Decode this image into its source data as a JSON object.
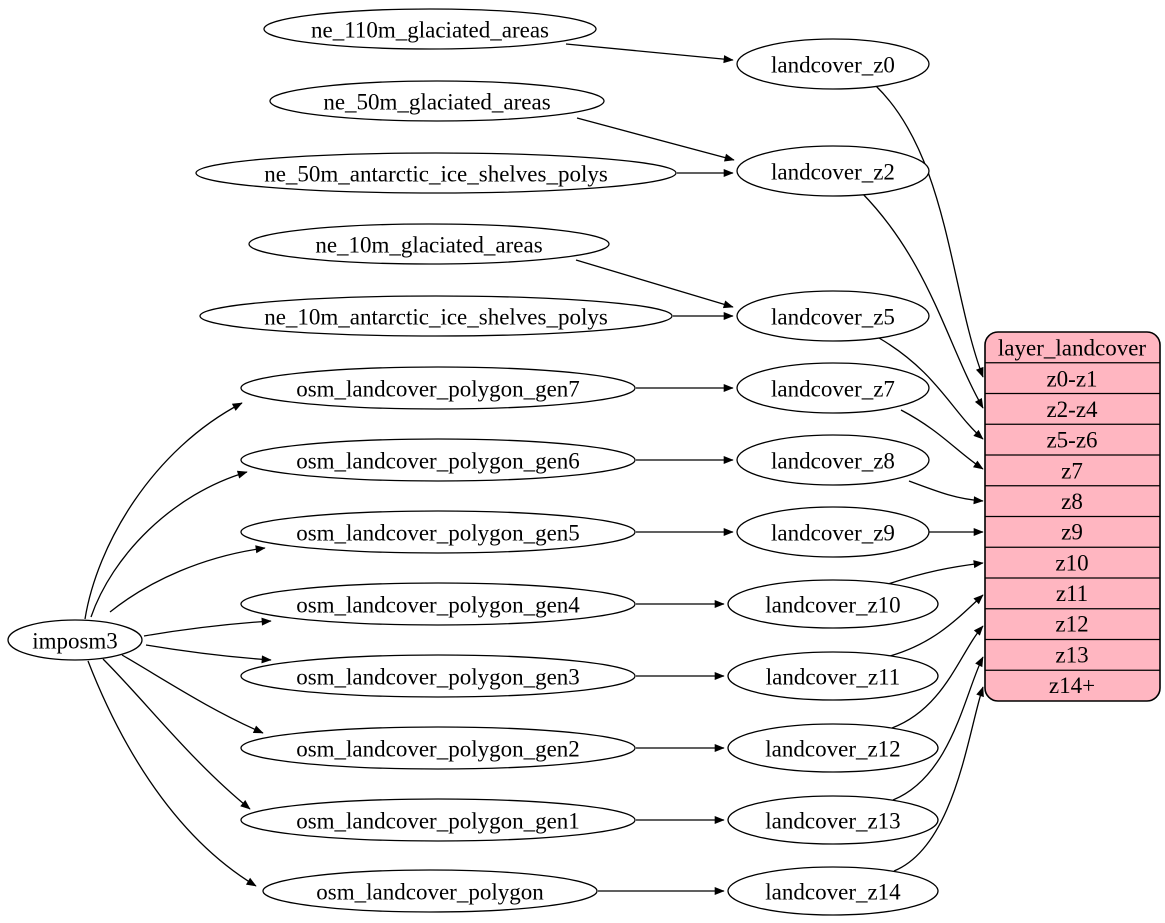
{
  "diagram": {
    "colors": {
      "background": "#ffffff",
      "node_fill": "#ffffff",
      "stroke": "#000000",
      "table_fill": "#ffb6c1"
    },
    "nodes": {
      "imposm3": {
        "label": "imposm3"
      },
      "ne_110m_glaciated_areas": {
        "label": "ne_110m_glaciated_areas"
      },
      "ne_50m_glaciated_areas": {
        "label": "ne_50m_glaciated_areas"
      },
      "ne_50m_antarctic_ice_shelves_polys": {
        "label": "ne_50m_antarctic_ice_shelves_polys"
      },
      "ne_10m_glaciated_areas": {
        "label": "ne_10m_glaciated_areas"
      },
      "ne_10m_antarctic_ice_shelves_polys": {
        "label": "ne_10m_antarctic_ice_shelves_polys"
      },
      "osm_landcover_polygon_gen7": {
        "label": "osm_landcover_polygon_gen7"
      },
      "osm_landcover_polygon_gen6": {
        "label": "osm_landcover_polygon_gen6"
      },
      "osm_landcover_polygon_gen5": {
        "label": "osm_landcover_polygon_gen5"
      },
      "osm_landcover_polygon_gen4": {
        "label": "osm_landcover_polygon_gen4"
      },
      "osm_landcover_polygon_gen3": {
        "label": "osm_landcover_polygon_gen3"
      },
      "osm_landcover_polygon_gen2": {
        "label": "osm_landcover_polygon_gen2"
      },
      "osm_landcover_polygon_gen1": {
        "label": "osm_landcover_polygon_gen1"
      },
      "osm_landcover_polygon": {
        "label": "osm_landcover_polygon"
      },
      "landcover_z0": {
        "label": "landcover_z0"
      },
      "landcover_z2": {
        "label": "landcover_z2"
      },
      "landcover_z5": {
        "label": "landcover_z5"
      },
      "landcover_z7": {
        "label": "landcover_z7"
      },
      "landcover_z8": {
        "label": "landcover_z8"
      },
      "landcover_z9": {
        "label": "landcover_z9"
      },
      "landcover_z10": {
        "label": "landcover_z10"
      },
      "landcover_z11": {
        "label": "landcover_z11"
      },
      "landcover_z12": {
        "label": "landcover_z12"
      },
      "landcover_z13": {
        "label": "landcover_z13"
      },
      "landcover_z14": {
        "label": "landcover_z14"
      }
    },
    "table": {
      "title": "layer_landcover",
      "rows": [
        {
          "label": "z0-z1"
        },
        {
          "label": "z2-z4"
        },
        {
          "label": "z5-z6"
        },
        {
          "label": "z7"
        },
        {
          "label": "z8"
        },
        {
          "label": "z9"
        },
        {
          "label": "z10"
        },
        {
          "label": "z11"
        },
        {
          "label": "z12"
        },
        {
          "label": "z13"
        },
        {
          "label": "z14+"
        }
      ]
    },
    "edges": [
      {
        "from": "ne_110m_glaciated_areas",
        "to": "landcover_z0"
      },
      {
        "from": "ne_50m_glaciated_areas",
        "to": "landcover_z2"
      },
      {
        "from": "ne_50m_antarctic_ice_shelves_polys",
        "to": "landcover_z2"
      },
      {
        "from": "ne_10m_glaciated_areas",
        "to": "landcover_z5"
      },
      {
        "from": "ne_10m_antarctic_ice_shelves_polys",
        "to": "landcover_z5"
      },
      {
        "from": "osm_landcover_polygon_gen7",
        "to": "landcover_z7"
      },
      {
        "from": "osm_landcover_polygon_gen6",
        "to": "landcover_z8"
      },
      {
        "from": "osm_landcover_polygon_gen5",
        "to": "landcover_z9"
      },
      {
        "from": "osm_landcover_polygon_gen4",
        "to": "landcover_z10"
      },
      {
        "from": "osm_landcover_polygon_gen3",
        "to": "landcover_z11"
      },
      {
        "from": "osm_landcover_polygon_gen2",
        "to": "landcover_z12"
      },
      {
        "from": "osm_landcover_polygon_gen1",
        "to": "landcover_z13"
      },
      {
        "from": "osm_landcover_polygon",
        "to": "landcover_z14"
      },
      {
        "from": "imposm3",
        "to": "osm_landcover_polygon_gen7"
      },
      {
        "from": "imposm3",
        "to": "osm_landcover_polygon_gen6"
      },
      {
        "from": "imposm3",
        "to": "osm_landcover_polygon_gen5"
      },
      {
        "from": "imposm3",
        "to": "osm_landcover_polygon_gen4"
      },
      {
        "from": "imposm3",
        "to": "osm_landcover_polygon_gen3"
      },
      {
        "from": "imposm3",
        "to": "osm_landcover_polygon_gen2"
      },
      {
        "from": "imposm3",
        "to": "osm_landcover_polygon_gen1"
      },
      {
        "from": "imposm3",
        "to": "osm_landcover_polygon"
      },
      {
        "from": "landcover_z0",
        "to": "layer_landcover.z0-z1"
      },
      {
        "from": "landcover_z2",
        "to": "layer_landcover.z2-z4"
      },
      {
        "from": "landcover_z5",
        "to": "layer_landcover.z5-z6"
      },
      {
        "from": "landcover_z7",
        "to": "layer_landcover.z7"
      },
      {
        "from": "landcover_z8",
        "to": "layer_landcover.z8"
      },
      {
        "from": "landcover_z9",
        "to": "layer_landcover.z9"
      },
      {
        "from": "landcover_z10",
        "to": "layer_landcover.z10"
      },
      {
        "from": "landcover_z11",
        "to": "layer_landcover.z11"
      },
      {
        "from": "landcover_z12",
        "to": "layer_landcover.z12"
      },
      {
        "from": "landcover_z13",
        "to": "layer_landcover.z13"
      },
      {
        "from": "landcover_z14",
        "to": "layer_landcover.z14+"
      }
    ]
  }
}
